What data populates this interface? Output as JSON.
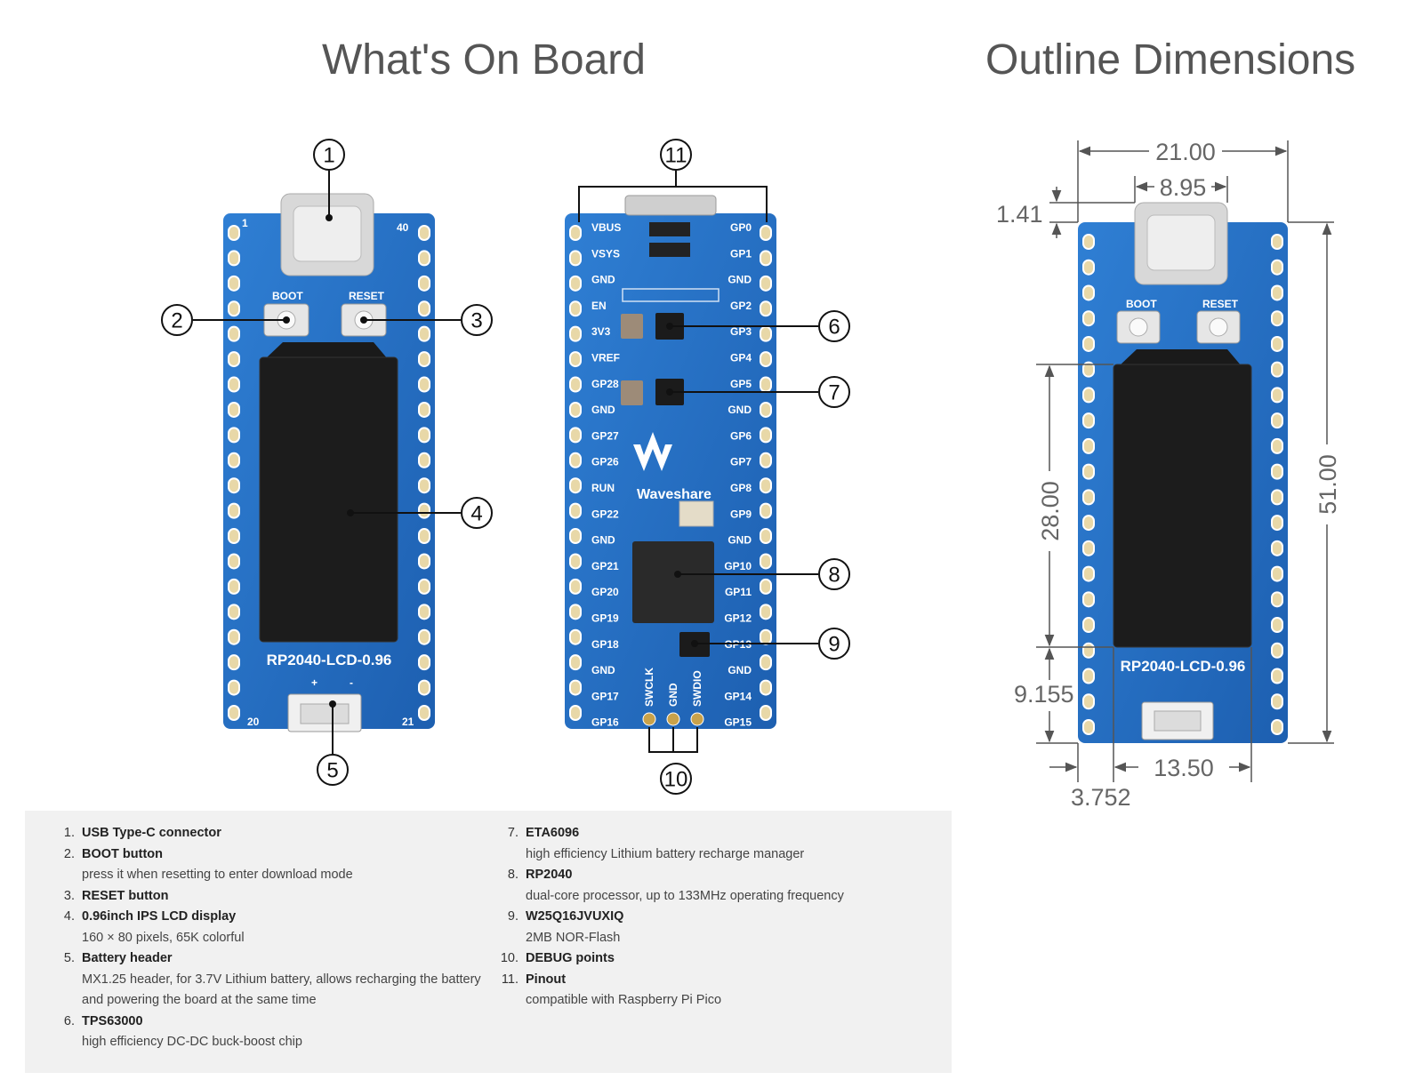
{
  "headings": {
    "board": "What's On Board",
    "outline": "Outline Dimensions"
  },
  "board_front": {
    "name": "RP2040-LCD-0.96",
    "boot_label": "BOOT",
    "reset_label": "RESET",
    "pin_1": "1",
    "pin_40": "40",
    "pin_20": "20",
    "pin_21": "21",
    "batt_plus": "+",
    "batt_minus": "-"
  },
  "board_back": {
    "logo_text": "Waveshare",
    "left_pins": [
      "VBUS",
      "VSYS",
      "GND",
      "EN",
      "3V3",
      "VREF",
      "GP28",
      "GND",
      "GP27",
      "GP26",
      "RUN",
      "GP22",
      "GND",
      "GP21",
      "GP20",
      "GP19",
      "GP18",
      "GND",
      "GP17",
      "GP16"
    ],
    "right_pins": [
      "GP0",
      "GP1",
      "GND",
      "GP2",
      "GP3",
      "GP4",
      "GP5",
      "GND",
      "GP6",
      "GP7",
      "GP8",
      "GP9",
      "GND",
      "GP10",
      "GP11",
      "GP12",
      "GP13",
      "GND",
      "GP14",
      "GP15"
    ],
    "debug_pins": [
      "SWCLK",
      "GND",
      "SWDIO"
    ]
  },
  "callouts": [
    "1",
    "2",
    "3",
    "4",
    "5",
    "6",
    "7",
    "8",
    "9",
    "10",
    "11"
  ],
  "dimensions": {
    "width": "21.00",
    "usb_width": "8.95",
    "usb_overhang": "1.41",
    "lcd_height": "28.00",
    "board_height": "51.00",
    "bottom_offset": "9.155",
    "lcd_width": "13.50",
    "side_offset": "3.752"
  },
  "legend": {
    "col1": [
      {
        "num": "1.",
        "title": "USB Type-C connector",
        "desc": []
      },
      {
        "num": "2.",
        "title": "BOOT button",
        "desc": [
          "press it when resetting to enter download mode"
        ]
      },
      {
        "num": "3.",
        "title": "RESET button",
        "desc": []
      },
      {
        "num": "4.",
        "title": "0.96inch IPS LCD display",
        "desc": [
          "160 × 80 pixels, 65K colorful"
        ]
      },
      {
        "num": "5.",
        "title": "Battery header",
        "desc": [
          "MX1.25 header, for 3.7V Lithium battery, allows recharging the battery",
          "and powering the board at the same time"
        ]
      },
      {
        "num": "6.",
        "title": "TPS63000",
        "desc": [
          "high efficiency DC-DC buck-boost chip"
        ]
      }
    ],
    "col2": [
      {
        "num": "7.",
        "title": "ETA6096",
        "desc": [
          "high efficiency Lithium battery recharge manager"
        ]
      },
      {
        "num": "8.",
        "title": "RP2040",
        "desc": [
          "dual-core processor, up to 133MHz operating frequency"
        ]
      },
      {
        "num": "9.",
        "title": "W25Q16JVUXIQ",
        "desc": [
          "2MB NOR-Flash"
        ]
      },
      {
        "num": "10.",
        "title": "DEBUG points",
        "desc": []
      },
      {
        "num": "11.",
        "title": "Pinout",
        "desc": [
          "compatible with Raspberry Pi Pico"
        ]
      }
    ]
  }
}
